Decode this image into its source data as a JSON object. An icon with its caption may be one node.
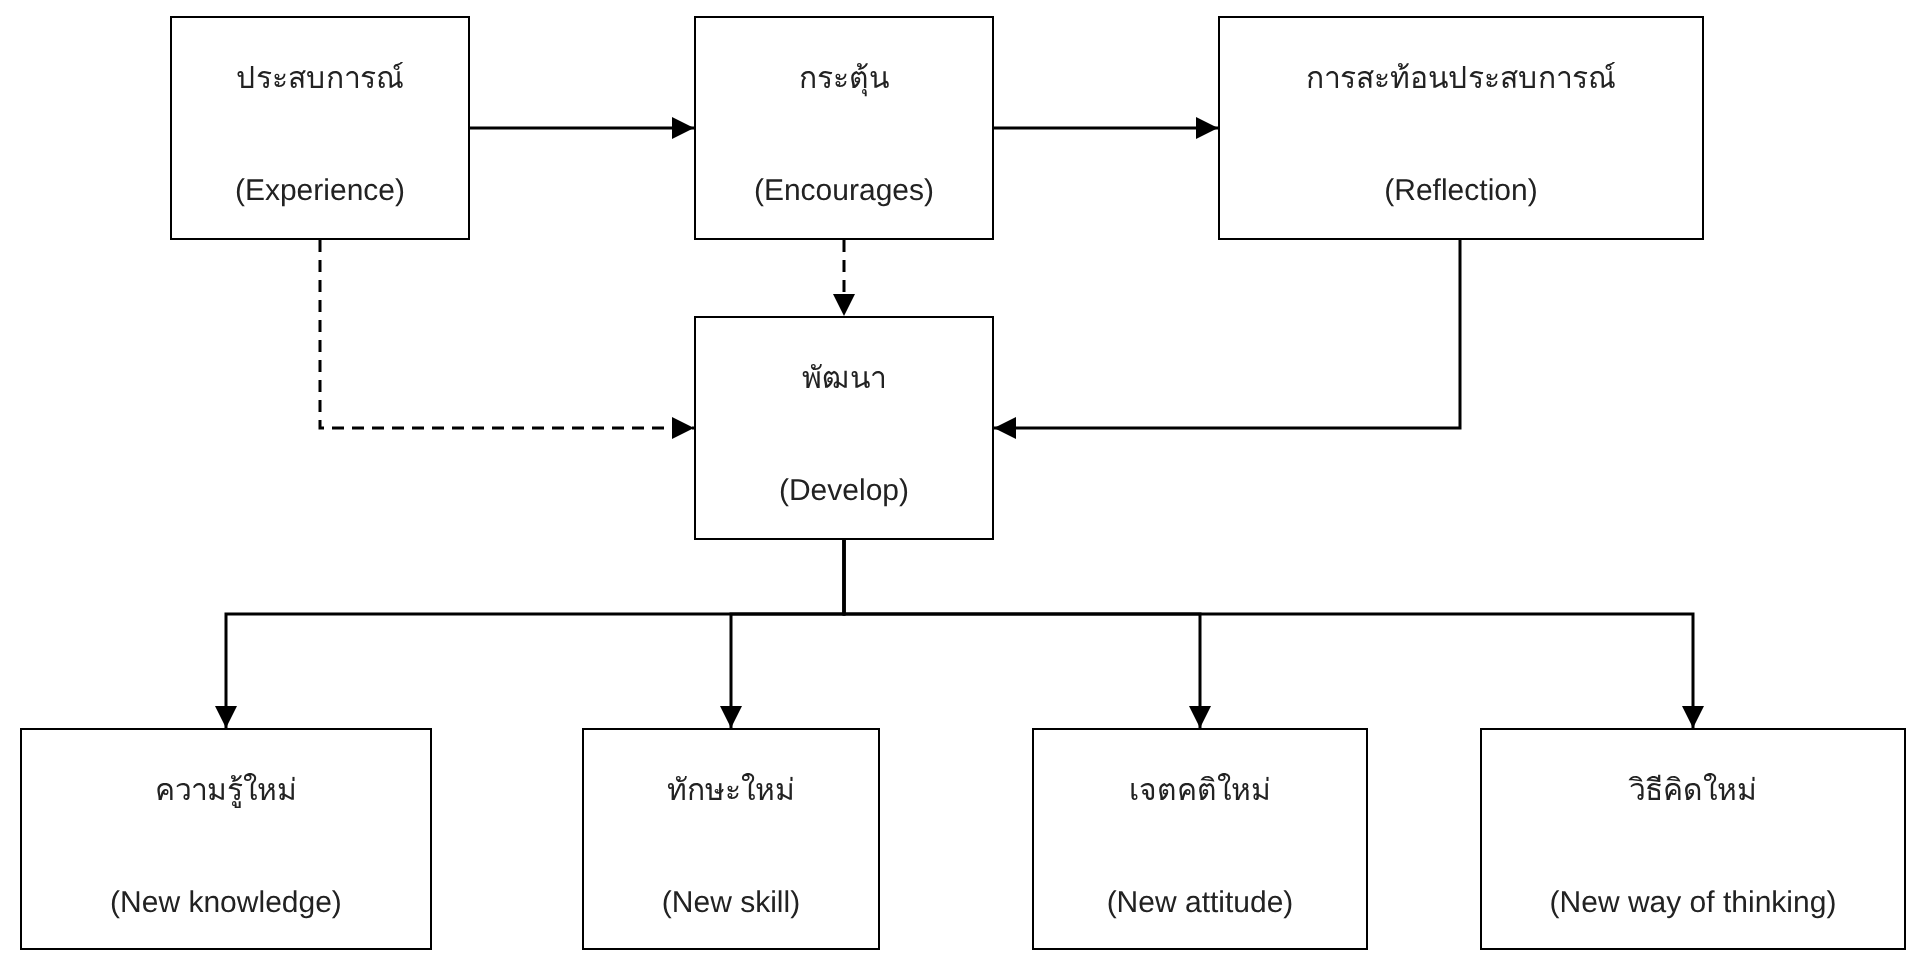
{
  "diagram": {
    "nodes": [
      {
        "text": [
          "ประสบการณ์",
          "(Experience)"
        ]
      },
      {
        "text": [
          "กระตุ้น",
          "(Encourages)"
        ]
      },
      {
        "text": [
          "การสะท้อนประสบการณ์",
          "(Reflection)"
        ]
      },
      {
        "text": [
          "พัฒนา",
          "(Develop)"
        ]
      },
      {
        "text": [
          "ความรู้ใหม่",
          "(New knowledge)"
        ]
      },
      {
        "text": [
          "ทักษะใหม่",
          "(New skill)"
        ]
      },
      {
        "text": [
          "เจตคติใหม่",
          "(New attitude)"
        ]
      },
      {
        "text": [
          "วิธีคิดใหม่",
          "(New way of thinking)"
        ]
      }
    ],
    "edges": [
      {
        "from": 0,
        "to": 1,
        "arrow": "to"
      },
      {
        "from": 1,
        "to": 2,
        "arrow": "to"
      },
      {
        "from": 1,
        "to": 3,
        "arrow": "to",
        "style": "dashed"
      },
      {
        "from": 0,
        "to": 3,
        "arrow": "to",
        "style": "dashed"
      },
      {
        "from": 2,
        "to": 3,
        "arrow": "to"
      },
      {
        "from": 3,
        "to": 4,
        "arrow": "to"
      },
      {
        "from": 3,
        "to": 5,
        "arrow": "to"
      },
      {
        "from": 3,
        "to": 6,
        "arrow": "to"
      },
      {
        "from": 3,
        "to": 7,
        "arrow": "to"
      }
    ]
  }
}
